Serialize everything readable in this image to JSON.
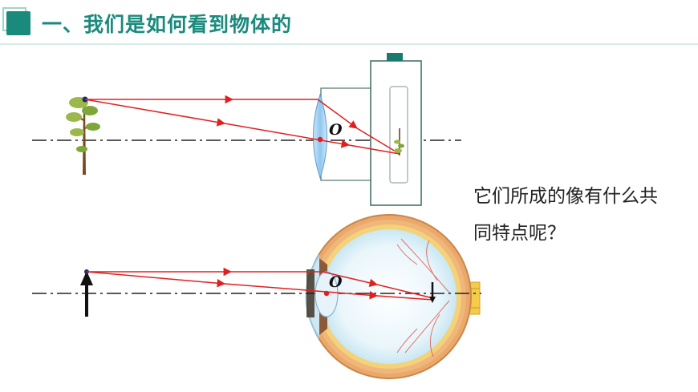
{
  "title": "一、我们是如何看到物体的",
  "question": "它们所成的像有什么共同特点呢？",
  "labels": {
    "camera_center": "O",
    "eye_center": "O"
  },
  "colors": {
    "accent": "#1a8a7d",
    "ray": "#e02020",
    "lens": "#8fc6ee",
    "axis": "#222222"
  },
  "icons": {
    "title_marker": "square-marker-icon",
    "tree": "tree-icon",
    "camera": "camera-body-icon",
    "eye": "eyeball-cross-section-icon",
    "arrow": "up-arrow-object-icon"
  }
}
